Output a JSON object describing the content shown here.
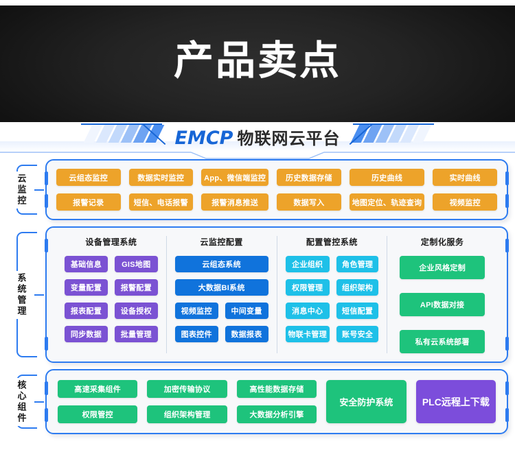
{
  "header": {
    "title": "产品卖点"
  },
  "brand": {
    "logo": "EMCP",
    "subtitle": "物联网云平台"
  },
  "colors": {
    "accent_blue": "#2d7bf0",
    "logo_blue": "#1766d6",
    "orange": "#eda32a",
    "purple": "#7b52d3",
    "blue": "#1073dc",
    "cyan": "#1ec0e8",
    "green": "#1ec37c",
    "plc_purple": "#7c4ddb",
    "panel_bg": "#f7f8fa",
    "header_bg": "#1a1a1a"
  },
  "sections": [
    {
      "label": "云监控",
      "items": [
        "云组态监控",
        "数据实时监控",
        "App、微信端监控",
        "历史数据存储",
        "历史曲线",
        "实时曲线",
        "报警记录",
        "短信、电话报警",
        "报警消息推送",
        "数据写入",
        "地图定位、轨迹查询",
        "视频监控"
      ]
    },
    {
      "label": "系统管理",
      "columns": [
        {
          "title": "设备管理系统",
          "layout": "grid2",
          "items": [
            "基础信息",
            "GIS地图",
            "变量配置",
            "报警配置",
            "报表配置",
            "设备授权",
            "同步数据",
            "批量管理"
          ]
        },
        {
          "title": "云监控配置",
          "layout": "mixed",
          "wide_items": [
            "云组态系统",
            "大数据BI系统"
          ],
          "items": [
            "视频监控",
            "中间变量",
            "图表控件",
            "数据报表"
          ]
        },
        {
          "title": "配置管控系统",
          "layout": "grid2",
          "items": [
            "企业组织",
            "角色管理",
            "权限管理",
            "组织架构",
            "消息中心",
            "短信配置",
            "物联卡管理",
            "账号安全"
          ]
        },
        {
          "title": "定制化服务",
          "layout": "stack",
          "items": [
            "企业风格定制",
            "API数据对接",
            "私有云系统部署"
          ]
        }
      ]
    },
    {
      "label": "核心组件",
      "columns": [
        [
          "高速采集组件",
          "权限管控"
        ],
        [
          "加密传输协议",
          "组织架构管理"
        ],
        [
          "高性能数据存储",
          "大数据分析引擎"
        ]
      ],
      "big_items": [
        {
          "label": "安全防护系统",
          "color": "green"
        },
        {
          "label": "PLC远程上下载",
          "color": "purple"
        }
      ]
    }
  ]
}
